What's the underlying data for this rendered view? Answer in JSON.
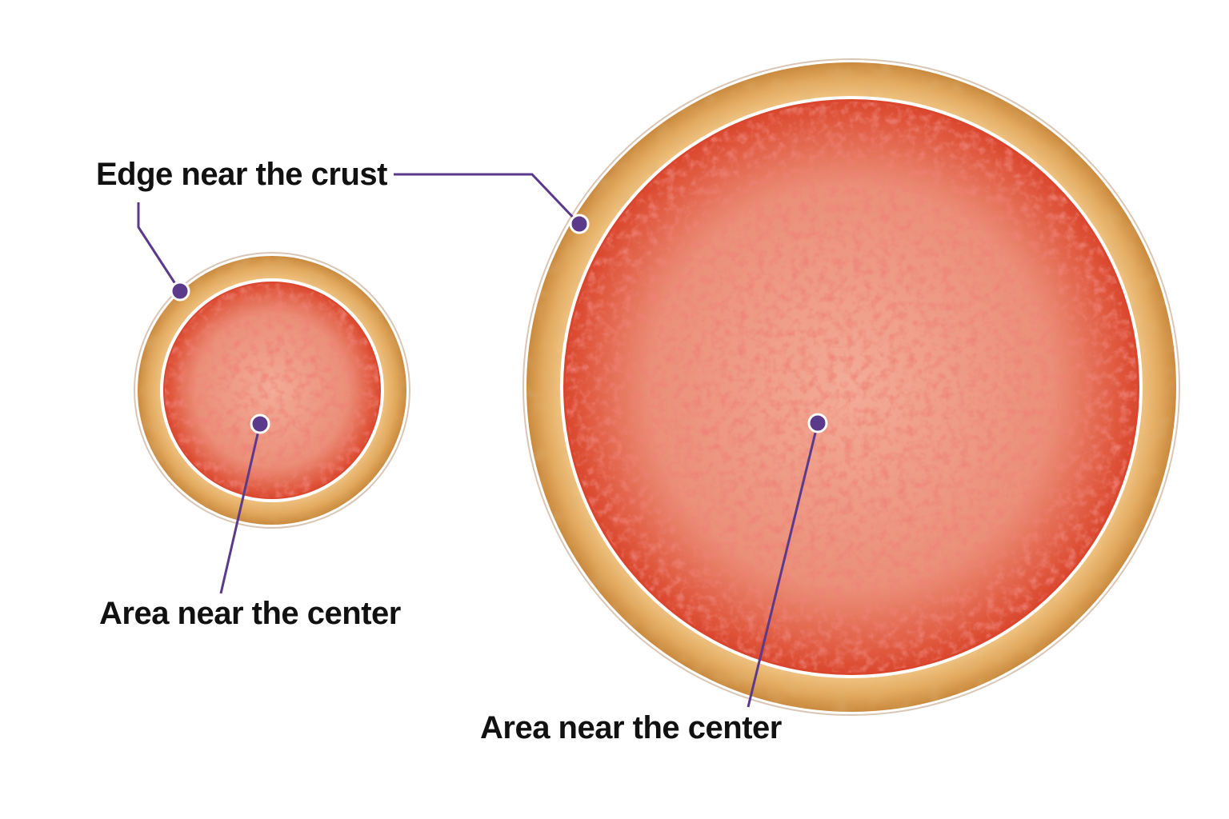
{
  "labels": {
    "edge": "Edge near the crust",
    "center_small": "Area near the center",
    "center_large": "Area near the center"
  },
  "colors": {
    "callout": "#5b3a8c",
    "crust": "#e0a85c",
    "crust_dark": "#c98a3e",
    "sauce": "#e2513a",
    "cheese": "#f2a491",
    "outline": "#d9c6b5"
  }
}
